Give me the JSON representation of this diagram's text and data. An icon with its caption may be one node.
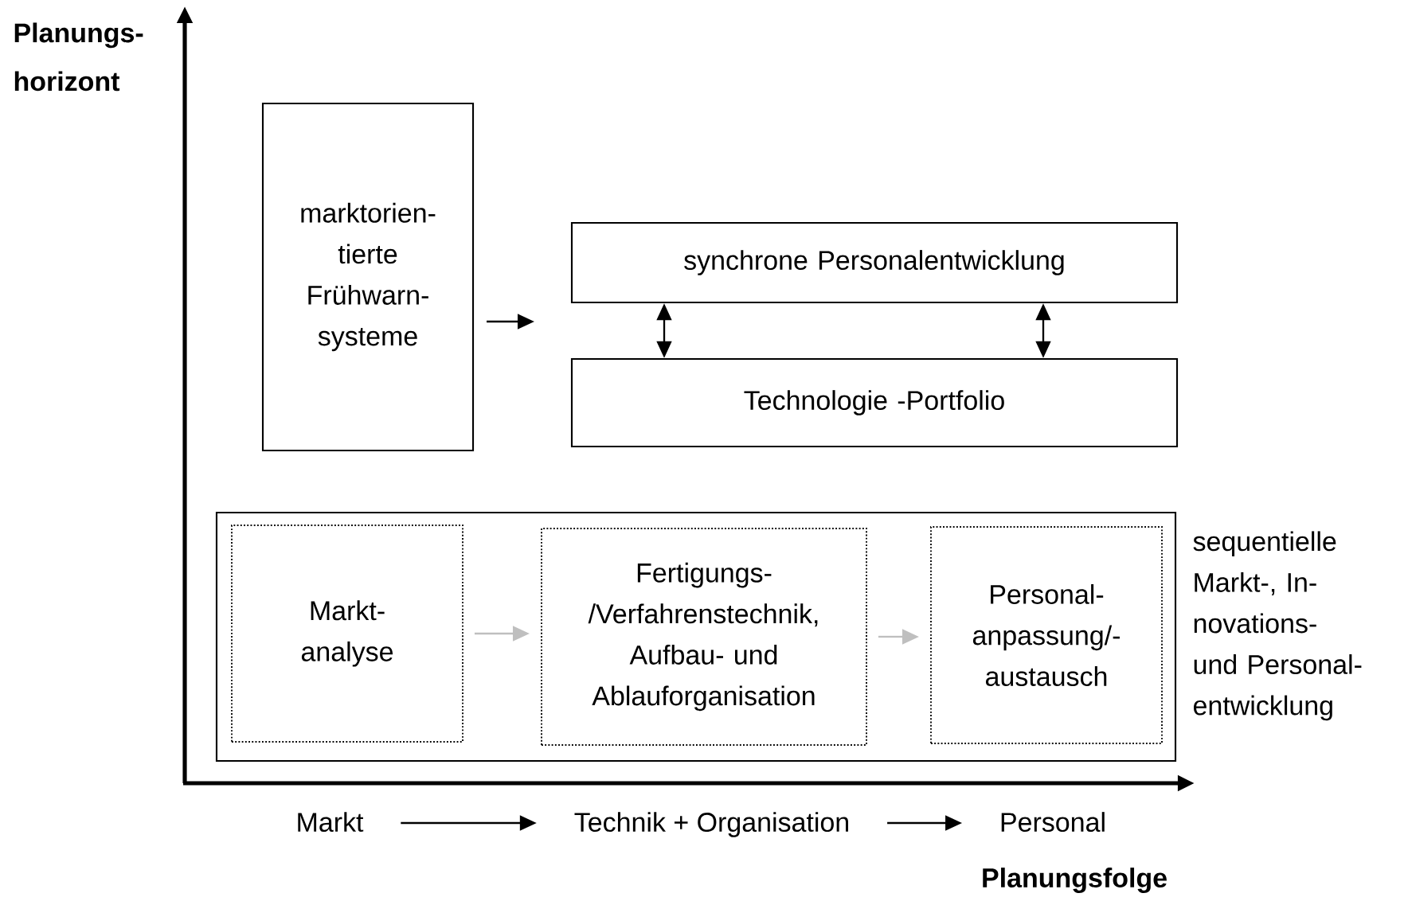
{
  "diagram": {
    "nodes": [
      {
        "text": [
          "marktorien- tierte Frühwarn- systeme"
        ]
      },
      {
        "text": [
          "synchrone Personalentwicklung"
        ]
      },
      {
        "text": [
          "Technologie -Portfolio"
        ]
      },
      {
        "text": [],
        "shape": "box",
        "beside": [
          "sequentielle Markt-, In- novations- und Personal- entwicklung"
        ]
      },
      {
        "text": [
          "Markt- analyse"
        ],
        "in": 3
      },
      {
        "text": [
          "Fertigungs- /Verfahrenstechnik, Aufbau- und Ablauforganisation"
        ],
        "in": 3
      },
      {
        "text": [
          "Personal- anpassung/- austausch"
        ],
        "in": 3
      },
      {
        "text": [
          "Markt"
        ]
      },
      {
        "text": [
          "Technik + Organisation"
        ]
      },
      {
        "text": [
          "Personal"
        ]
      }
    ],
    "edges": [
      {
        "from": 0,
        "to": null,
        "arrow": "to"
      },
      {
        "from": 1,
        "to": 2,
        "arrow": "both"
      },
      {
        "from": 1,
        "to": 2,
        "arrow": "both"
      },
      {
        "from": 4,
        "to": 5,
        "arrow": "to",
        "color": "#bfbfbf"
      },
      {
        "from": 5,
        "to": 6,
        "arrow": "to",
        "color": "#bfbfbf"
      },
      {
        "from": 7,
        "to": 8,
        "arrow": "to"
      },
      {
        "from": 8,
        "to": 9,
        "arrow": "to"
      }
    ],
    "labels": [
      "Planungs- horizont",
      "Planungsfolge"
    ]
  }
}
